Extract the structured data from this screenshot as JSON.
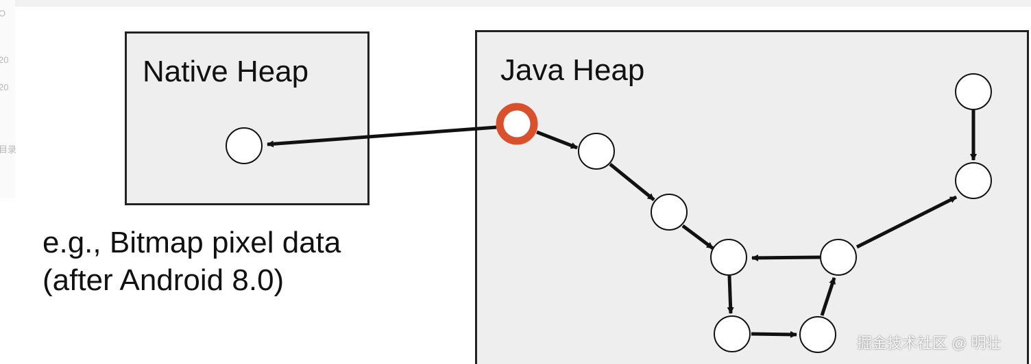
{
  "edge_fragments": [
    "O",
    "20",
    "20",
    "目录"
  ],
  "native_heap": {
    "title": "Native Heap"
  },
  "java_heap": {
    "title": "Java Heap"
  },
  "caption": {
    "line1": "e.g., Bitmap pixel data",
    "line2": "(after Android 8.0)"
  },
  "colors": {
    "box_fill": "#eeeeee",
    "stroke": "#111111",
    "highlight_node": "#d9502c"
  },
  "watermark": "掘金技术社区 @ 明壮"
}
